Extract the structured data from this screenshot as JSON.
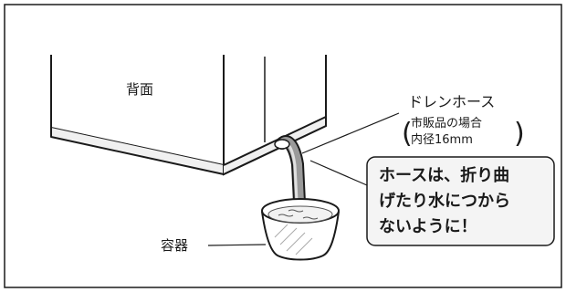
{
  "labels": {
    "back": "背面",
    "hose": "ドレンホース",
    "hose_note_1": "市販品の場合",
    "hose_note_2": "内径16mm",
    "container": "容器"
  },
  "callout": {
    "line1": "ホースは、折り曲",
    "line2": "げたり水につから",
    "line3": "ないように！"
  }
}
